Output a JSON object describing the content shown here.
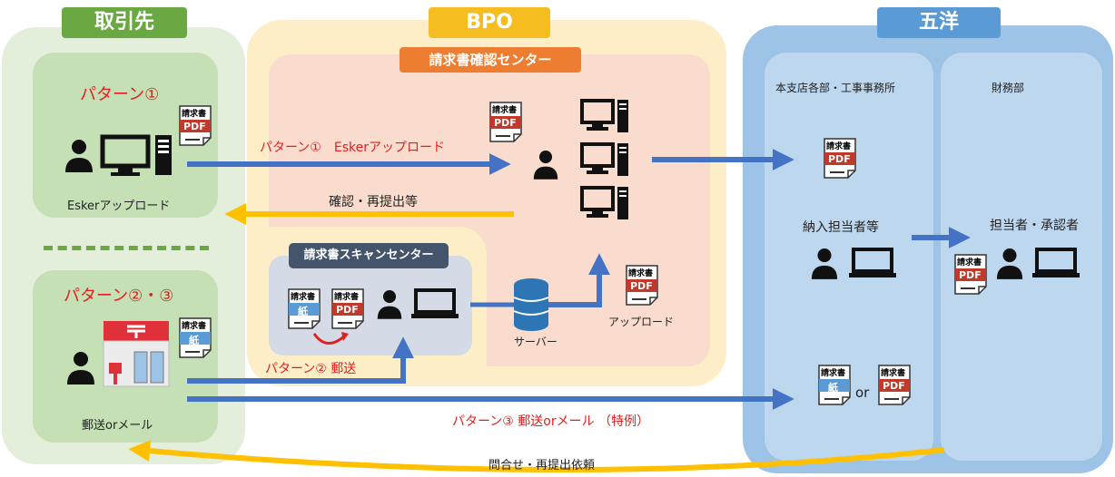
{
  "groups": {
    "supplier": {
      "title": "取引先"
    },
    "bpo": {
      "title": "BPO"
    },
    "goyo": {
      "title": "五洋"
    }
  },
  "centers": {
    "confirm": "請求書確認センター",
    "scan": "請求書スキャンセンター"
  },
  "supplier": {
    "pattern1_title": "パターン①",
    "pattern1_caption": "Eskerアップロード",
    "pattern23_title": "パターン②・③",
    "pattern23_caption": "郵送orメール"
  },
  "goyo": {
    "dept_branches": "本支店各部・工事事務所",
    "dept_finance": "財務部",
    "receiver": "納入担当者等",
    "approver": "担当者・承認者",
    "or_text": "or"
  },
  "flows": {
    "pattern1": "パターン①　Eskerアップロード",
    "confirm_back": "確認・再提出等",
    "pattern2": "パターン② 郵送",
    "pattern3": "パターン③ 郵送orメール （特例）",
    "inquiry": "問合せ・再提出依頼"
  },
  "server": {
    "label": "サーバー",
    "upload": "アップロード"
  },
  "doc": {
    "header": "請求書",
    "pdf": "PDF",
    "paper": "紙"
  },
  "colors": {
    "supplier_header": "#6aa842",
    "bpo_header": "#f5bd1f",
    "goyo_header": "#5b9bd5",
    "confirm_center": "#ed7d31",
    "scan_center": "#44546a",
    "arrow_blue": "#4472c4",
    "arrow_yellow": "#ffc000",
    "pattern_red": "#e02020",
    "pdf_red": "#c0392b",
    "paper_blue": "#5b9bd5"
  }
}
